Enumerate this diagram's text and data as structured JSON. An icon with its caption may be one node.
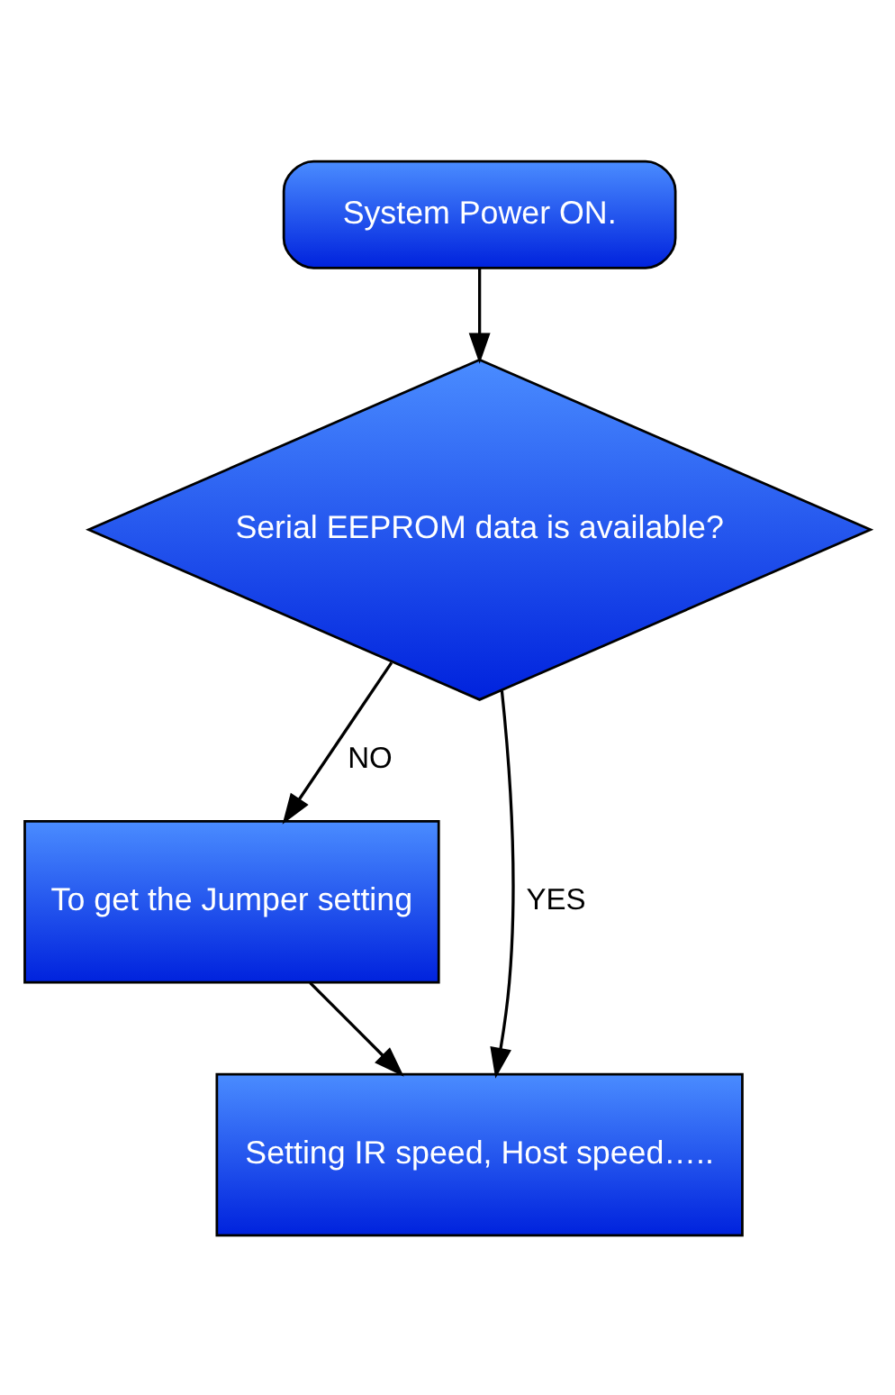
{
  "diagram": {
    "nodes": [
      {
        "text": [
          "System Power ON."
        ]
      },
      {
        "text": [
          "Serial EEPROM data is available?"
        ]
      },
      {
        "text": [
          "To get the Jumper setting"
        ]
      },
      {
        "text": [
          "Setting IR speed, Host speed….."
        ]
      }
    ],
    "edges": [
      {
        "from": 0,
        "to": 1,
        "arrow": "to"
      },
      {
        "from": 1,
        "to": 2,
        "arrow": "to",
        "label": "NO"
      },
      {
        "from": 1,
        "to": 3,
        "arrow": "to",
        "label": "YES"
      },
      {
        "from": 2,
        "to": 3,
        "arrow": "to"
      }
    ]
  }
}
